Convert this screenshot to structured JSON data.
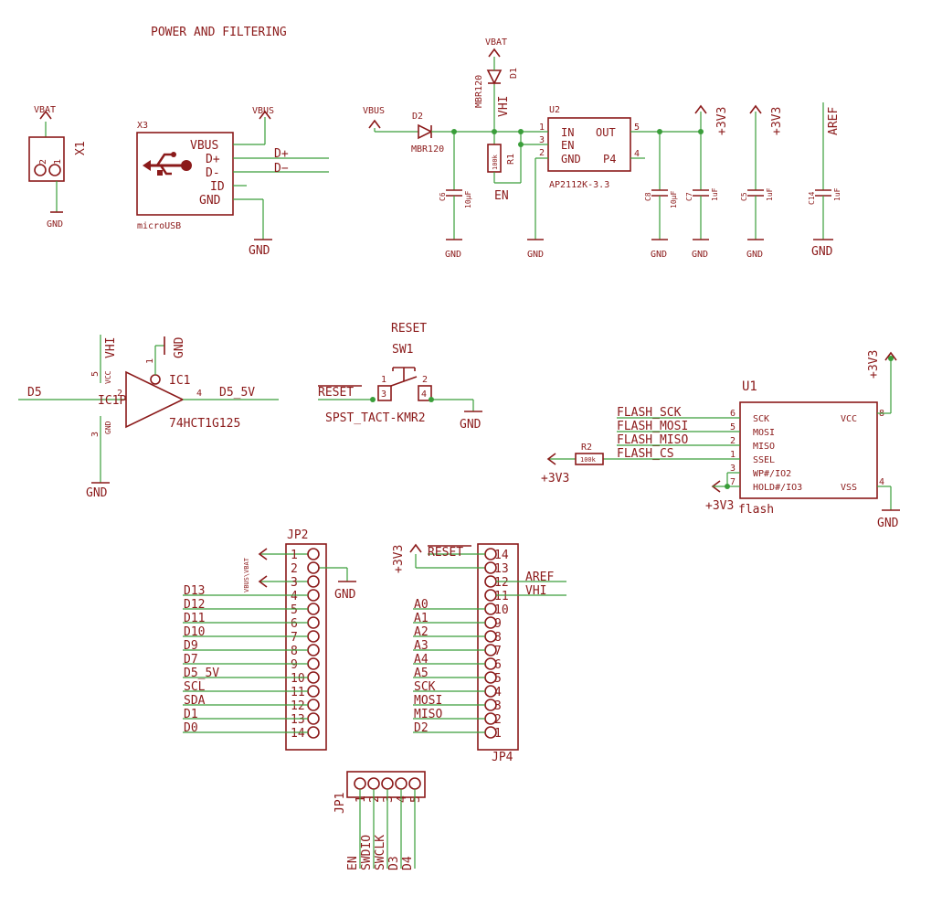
{
  "title": "POWER AND FILTERING",
  "reset_title": "RESET",
  "nets": {
    "vbat": "VBAT",
    "vbus": "VBUS",
    "gnd": "GND",
    "v3v3": "+3V3",
    "vhi": "VHI",
    "aref": "AREF",
    "en": "EN",
    "dplus": "D+",
    "dminus": "D−",
    "d5": "D5",
    "d5_5v": "D5_5V",
    "reset": "RESET"
  },
  "x1": {
    "ref": "X1",
    "pin1": "1",
    "pin2": "2"
  },
  "x3": {
    "ref": "X3",
    "value": "microUSB",
    "pins": [
      "VBUS",
      "D+",
      "D-",
      "ID",
      "GND"
    ],
    "usb_icon": "usb-icon"
  },
  "d2": {
    "ref": "D2",
    "value": "MBR120"
  },
  "d1": {
    "ref": "D1",
    "value": "MBR120"
  },
  "r1": {
    "ref": "R1",
    "value": "100k"
  },
  "r2": {
    "ref": "R2",
    "value": "100k"
  },
  "u2": {
    "ref": "U2",
    "value": "AP2112K-3.3",
    "pins_left": [
      "IN",
      "EN",
      "GND"
    ],
    "pins_right": [
      "OUT",
      "P4"
    ],
    "nums_left": [
      "1",
      "3",
      "2"
    ],
    "nums_right": [
      "5",
      "4"
    ]
  },
  "caps": [
    {
      "ref": "C6",
      "value": "10µF"
    },
    {
      "ref": "C8",
      "value": "10µF"
    },
    {
      "ref": "C7",
      "value": "1uF"
    },
    {
      "ref": "C5",
      "value": "1uF"
    },
    {
      "ref": "C14",
      "value": "1uF"
    }
  ],
  "ic1": {
    "ref": "IC1",
    "value": "74HCT1G125",
    "pin_vcc": "VCC",
    "pin_gnd": "GND",
    "n5": "5",
    "n3": "3",
    "n2": "2",
    "n4": "4",
    "n1": "1",
    "overlap": "IC1P"
  },
  "sw1": {
    "ref": "SW1",
    "value": "SPST_TACT-KMR2",
    "p1": "1",
    "p2": "2",
    "p3": "3",
    "p4": "4"
  },
  "u1": {
    "ref": "U1",
    "value": "flash",
    "pins_left": [
      "SCK",
      "MOSI",
      "MISO",
      "SSEL",
      "WP#/IO2",
      "HOLD#/IO3"
    ],
    "nums_left": [
      "6",
      "5",
      "2",
      "1",
      "3",
      "7"
    ],
    "pins_right": [
      "VCC",
      "VSS"
    ],
    "nums_right": [
      "8",
      "4"
    ],
    "nets": [
      "FLASH_SCK",
      "FLASH_MOSI",
      "FLASH_MISO",
      "FLASH_CS"
    ]
  },
  "jp2": {
    "ref": "JP2",
    "pin_labels": [
      "VBUS\\VBAT"
    ],
    "nets": [
      "",
      "",
      "",
      "D13",
      "D12",
      "D11",
      "D10",
      "D9",
      "D7",
      "D5_5V",
      "SCL",
      "SDA",
      "D1",
      "D0"
    ],
    "nums": [
      "1",
      "2",
      "3",
      "4",
      "5",
      "6",
      "7",
      "8",
      "9",
      "10",
      "11",
      "12",
      "13",
      "14"
    ]
  },
  "jp4": {
    "ref": "JP4",
    "nets": [
      "RESET",
      "",
      "AREF",
      "VHI",
      "A0",
      "A1",
      "A2",
      "A3",
      "A4",
      "A5",
      "SCK",
      "MOSI",
      "MISO",
      "D2"
    ],
    "nums": [
      "14",
      "13",
      "12",
      "11",
      "10",
      "9",
      "8",
      "7",
      "6",
      "5",
      "4",
      "3",
      "2",
      "1"
    ]
  },
  "jp1": {
    "ref": "JP1",
    "nums": [
      "1",
      "2",
      "3",
      "4",
      "5"
    ],
    "nets": [
      "EN",
      "SWDIO",
      "SWCLK",
      "D3",
      "D4"
    ]
  }
}
